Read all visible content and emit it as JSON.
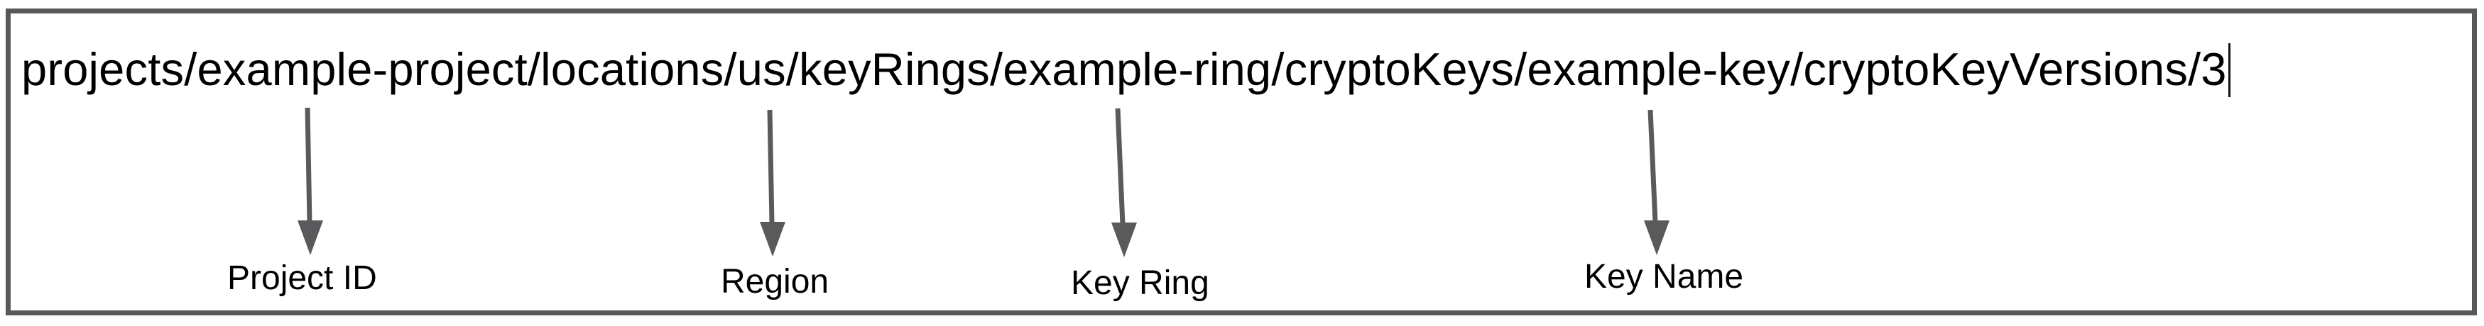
{
  "figure": {
    "type": "annotated-resource-path",
    "resource_path": "projects/example-project/locations/us/keyRings/example-ring/cryptoKeys/example-key/cryptoKeyVersions/3",
    "annotations": [
      {
        "label": "Project ID",
        "target_segment": "example-project"
      },
      {
        "label": "Region",
        "target_segment": "us"
      },
      {
        "label": "Key Ring",
        "target_segment": "example-ring"
      },
      {
        "label": "Key Name",
        "target_segment": "example-key"
      }
    ],
    "colors": {
      "path_text": "#000000",
      "label_text": "#000000",
      "arrow": "#5a5a5c",
      "box_border": "#58585a",
      "background": "#ffffff"
    }
  }
}
